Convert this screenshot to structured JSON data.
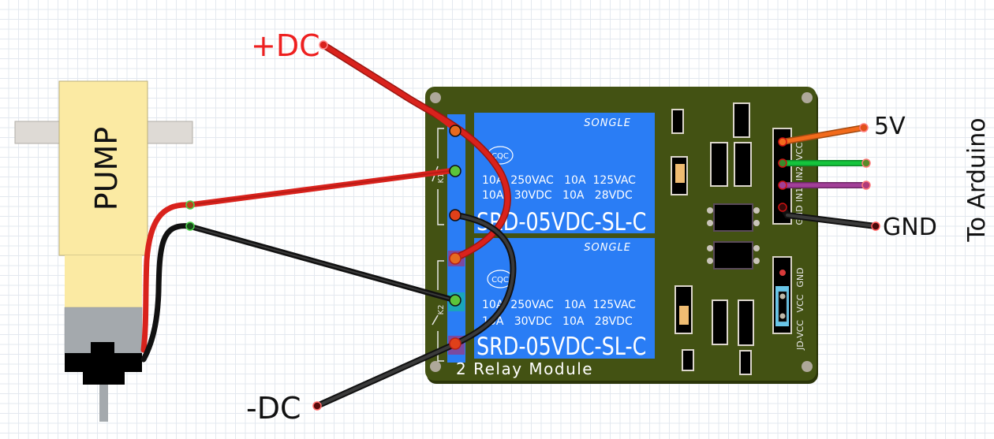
{
  "labels": {
    "plus_dc": "+DC",
    "minus_dc": "-DC",
    "five_v": "5V",
    "gnd": "GND",
    "to_arduino": "To Arduino",
    "pump": "PUMP"
  },
  "relay_module": {
    "title": "2 Relay Module",
    "relays": [
      {
        "brand": "SONGLE",
        "cert": "CQC",
        "rating_line1": "10A  250VAC   10A  125VAC",
        "rating_line2": "10A   30VDC   10A   28VDC",
        "model": "SRD-05VDC-SL-C",
        "label": "K1"
      },
      {
        "brand": "SONGLE",
        "cert": "CQC",
        "rating_line1": "10A  250VAC   10A  125VAC",
        "rating_line2": "10A   30VDC   10A   28VDC",
        "model": "SRD-05VDC-SL-C",
        "label": "K2"
      }
    ],
    "header_pins": [
      "VCC",
      "IN2",
      "IN1",
      "GND"
    ],
    "jumper_pins": [
      "GND",
      "VCC",
      "JD-VCC"
    ]
  },
  "wires": [
    {
      "name": "plus-dc-wire",
      "color": "#d9221c"
    },
    {
      "name": "pump-positive-wire",
      "color": "#d9221c"
    },
    {
      "name": "pump-negative-wire",
      "color": "#1a1a1a"
    },
    {
      "name": "minus-dc-wire",
      "color": "#1a1a1a"
    },
    {
      "name": "relay-jumper-red",
      "color": "#d9221c"
    },
    {
      "name": "relay-jumper-black",
      "color": "#1a1a1a"
    },
    {
      "name": "vcc-wire",
      "color": "#f26a1b"
    },
    {
      "name": "in2-wire",
      "color": "#14c43c"
    },
    {
      "name": "in1-wire",
      "color": "#a23f98"
    },
    {
      "name": "gnd-wire",
      "color": "#1a1a1a"
    }
  ],
  "colors": {
    "board": "#435213",
    "relay_blue": "#2a7df5",
    "pump_body": "#fbeaa3",
    "motor_gray": "#a4a9ad"
  }
}
